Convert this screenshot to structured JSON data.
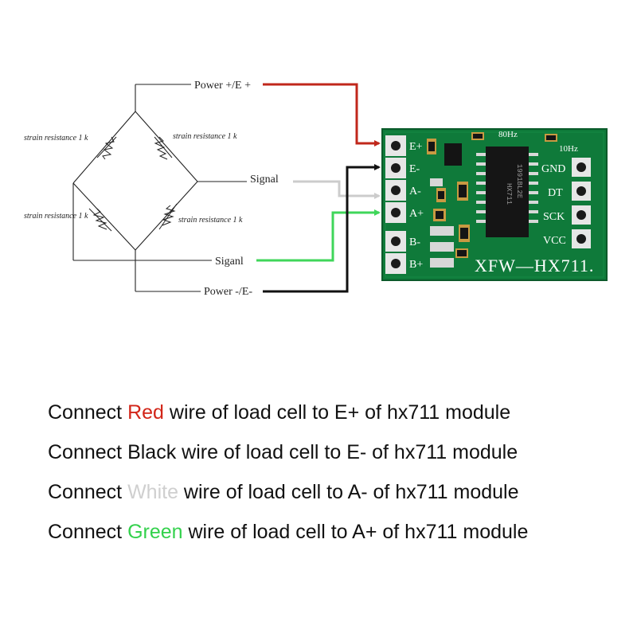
{
  "colors": {
    "red": "#c0271b",
    "black": "#111111",
    "white": "#cccccc",
    "green": "#3fd65a",
    "board": "#0f7a3a"
  },
  "bridge": {
    "power_pos_label": "Power +/E +",
    "power_neg_label": "Power -/E-",
    "signal_label": "Signal",
    "signal2_label": "Siganl",
    "strain_labels": [
      "strain resistance 1 k",
      "strain resistance  1 k",
      "strain resistance 1 k",
      "strain resistance 1 k"
    ]
  },
  "module": {
    "name": "XFW—HX711.",
    "left_pins": [
      "E+",
      "E-",
      "A-",
      "A+",
      "B-",
      "B+"
    ],
    "right_pins": [
      "GND",
      "DT",
      "SCK",
      "VCC"
    ],
    "freq_80": "80Hz",
    "freq_10": "10Hz",
    "chip_line1": "HX711",
    "chip_line2": "1991BL2E"
  },
  "instructions": [
    {
      "prefix": "Connect ",
      "color_word": "Red",
      "color": "#d22518",
      "suffix": " wire of load cell to E+ of hx711 module"
    },
    {
      "prefix": "Connect ",
      "color_word": "Black",
      "color": "#111111",
      "suffix": " wire of load cell to E- of hx711 module"
    },
    {
      "prefix": "Connect ",
      "color_word": "White",
      "color": "#cfcfcf",
      "suffix": " wire of load cell to A- of hx711 module"
    },
    {
      "prefix": "Connect ",
      "color_word": "Green",
      "color": "#33d14c",
      "suffix": " wire of load cell to A+ of hx711 module"
    }
  ]
}
